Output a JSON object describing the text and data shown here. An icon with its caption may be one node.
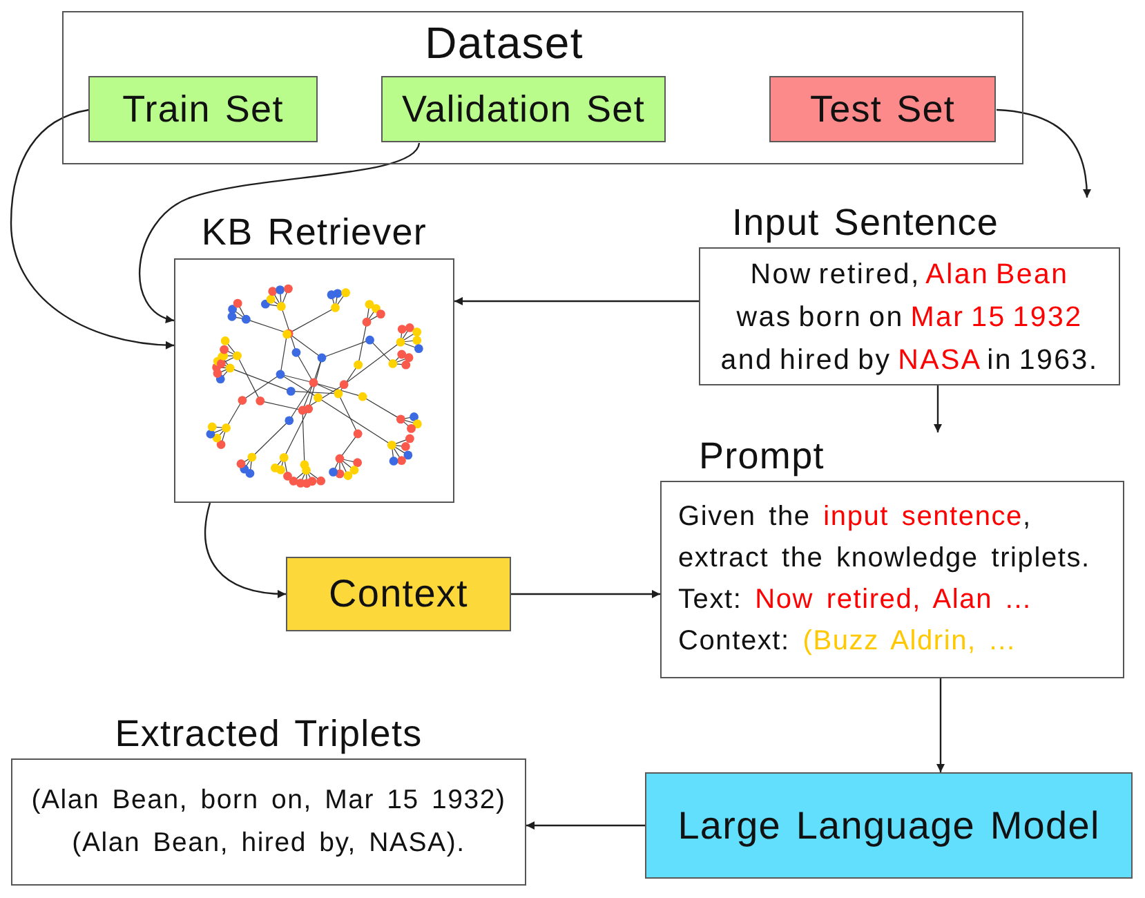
{
  "diagram": {
    "nodes": [
      {
        "text": [
          "Dataset"
        ]
      },
      {
        "text": [
          "Train Set"
        ],
        "in": 0
      },
      {
        "text": [
          "Validation Set"
        ],
        "in": 0
      },
      {
        "text": [
          "Test Set"
        ],
        "in": 0
      },
      {
        "text": [
          "KB Retriever"
        ]
      },
      {
        "text": [
          "Input Sentence",
          "Now retired, **Alan Bean** was born on **Mar 15 1932** and hired by **NASA** in 1963."
        ]
      },
      {
        "text": [
          "Prompt",
          "Given the **input sentence**, extract the knowledge triplets.",
          "Text: **Now retired, Alan ...**",
          "Context: **(Buzz Aldrin, ...**"
        ]
      },
      {
        "text": [
          "Context"
        ]
      },
      {
        "text": [
          "Extracted Triplets",
          "(Alan Bean, born on, Mar 15 1932)",
          "(Alan Bean, hired by, NASA)."
        ]
      },
      {
        "text": [
          "Large Language Model"
        ]
      }
    ],
    "edges": [
      {
        "from": 1,
        "to": 4,
        "arrow": "to"
      },
      {
        "from": 2,
        "to": 4,
        "arrow": "to"
      },
      {
        "from": 3,
        "to": 5,
        "arrow": "to"
      },
      {
        "from": 5,
        "to": 4,
        "arrow": "to"
      },
      {
        "from": 5,
        "to": 6,
        "arrow": "to"
      },
      {
        "from": 4,
        "to": 7,
        "arrow": "to"
      },
      {
        "from": 7,
        "to": 6,
        "arrow": "to"
      },
      {
        "from": 6,
        "to": 9,
        "arrow": "to"
      },
      {
        "from": 9,
        "to": 8,
        "arrow": "to"
      }
    ]
  }
}
